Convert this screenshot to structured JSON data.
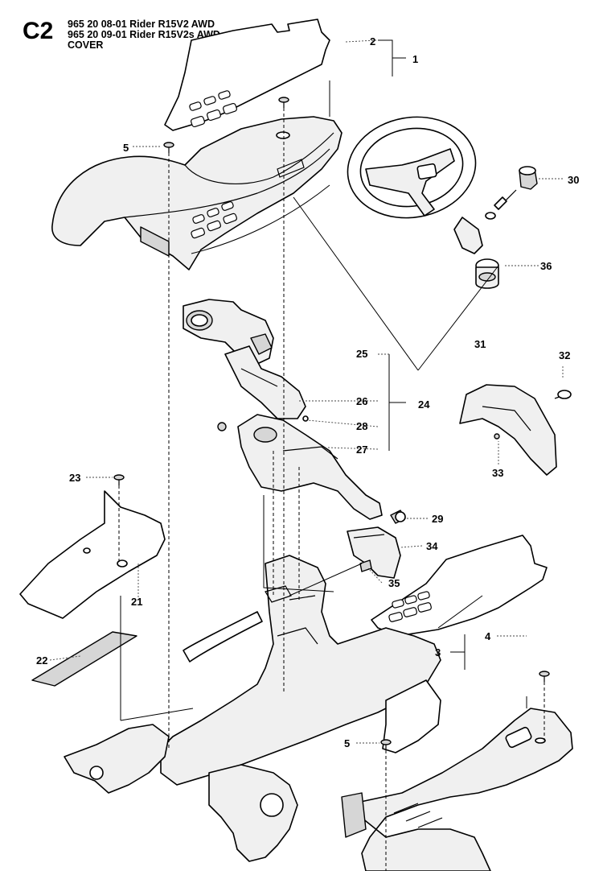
{
  "header": {
    "code": "C2",
    "lines": [
      "965 20 08-01 Rider R15V2 AWD",
      "965 20 09-01 Rider R15V2s AWD",
      "COVER"
    ]
  },
  "callouts": {
    "c1": "1",
    "c2": "2",
    "c3": "3",
    "c4": "4",
    "c5a": "5",
    "c5b": "5",
    "c21": "21",
    "c22": "22",
    "c23": "23",
    "c24": "24",
    "c25": "25",
    "c26": "26",
    "c27": "27",
    "c28": "28",
    "c29": "29",
    "c30": "30",
    "c31": "31",
    "c32": "32",
    "c33": "33",
    "c34": "34",
    "c35": "35",
    "c36": "36"
  }
}
